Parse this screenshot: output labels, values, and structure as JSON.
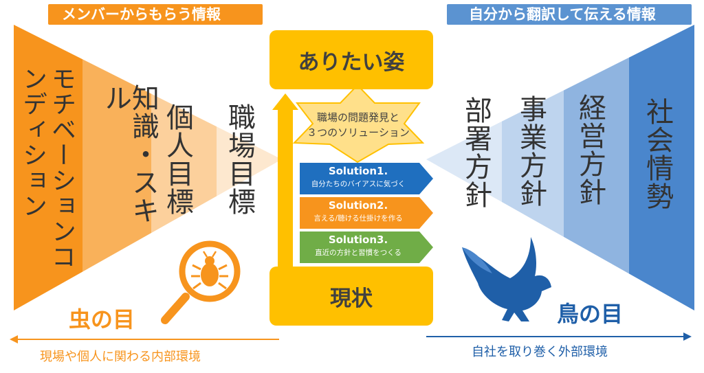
{
  "left": {
    "header": "メンバーからもらう情報",
    "columns": [
      "モチベーションコンディション",
      "知識・スキル",
      "個人目標",
      "職場目標"
    ],
    "eye_label": "虫の目",
    "footer": "現場や個人に関わる内部環境"
  },
  "right": {
    "header": "自分から翻訳して伝える情報",
    "columns": [
      "部署方針",
      "事業方針",
      "経営方針",
      "社会情勢"
    ],
    "eye_label": "鳥の目",
    "footer": "自社を取り巻く外部環境"
  },
  "center": {
    "top_box": "ありたい姿",
    "star_line1": "職場の問題発見と",
    "star_line2": "３つのソリューション",
    "bottom_box": "現状",
    "solutions": [
      {
        "title": "Solution1.",
        "subtitle": "自分たちのバイアスに気づく",
        "color": "#1f6fbf"
      },
      {
        "title": "Solution2.",
        "subtitle": "言える/聴ける仕掛けを作る",
        "color": "#f7941d"
      },
      {
        "title": "Solution3.",
        "subtitle": "直近の方針と習慣をつくる",
        "color": "#70ad47"
      }
    ]
  },
  "colors": {
    "orange": "#f7941d",
    "blue": "#4a86cc",
    "gold": "#ffc000",
    "dark_blue": "#1f5fa8"
  },
  "icons": {
    "left": "magnifier-bug-icon",
    "right": "eagle-icon"
  }
}
